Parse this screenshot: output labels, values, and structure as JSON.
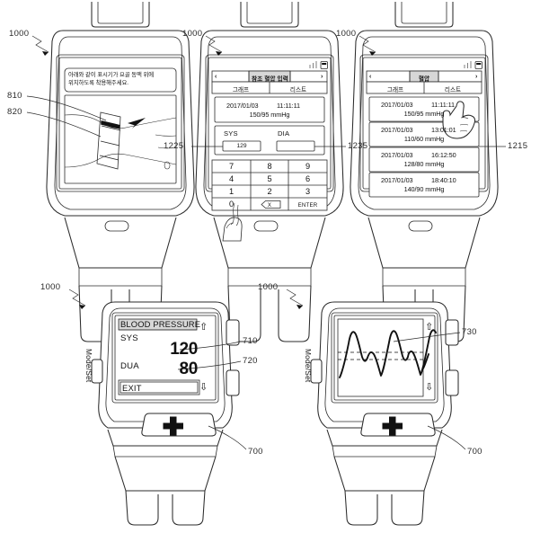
{
  "figure": {
    "title": "Smartwatch blood pressure measurement user interface",
    "background": "#ffffff",
    "line_color": "#2b2b2b"
  },
  "refs": {
    "w1_device": "1000",
    "w1_indicator": "810",
    "w1_strap": "820",
    "w2_device": "1000",
    "w2_sys_field": "1225",
    "w2_dia_field": "1235",
    "w3_device": "1000",
    "w3_list": "1215",
    "w4_device": "1000",
    "w4_sys": "710",
    "w4_dia": "720",
    "w4_button": "700",
    "w5_device": "1000",
    "w5_wave": "730",
    "w5_button": "700"
  },
  "watch1": {
    "guide_text_line1": "아래와 같이 표시기가 요골 동맥 위에",
    "guide_text_line2": "위치하도록 착용해주세요."
  },
  "watch2": {
    "header": {
      "back": "‹",
      "title": "참조 혈압 입력",
      "forward": "›"
    },
    "tabs": [
      {
        "label": "그래프",
        "selected": false
      },
      {
        "label": "리스트",
        "selected": true
      }
    ],
    "record": {
      "date": "2017/01/03",
      "time": "11:11:11",
      "value": "150/95 mmHg"
    },
    "fields": [
      {
        "label": "SYS",
        "value": "129"
      },
      {
        "label": "DIA",
        "value": ""
      }
    ],
    "keypad": {
      "rows": [
        [
          "7",
          "8",
          "9"
        ],
        [
          "4",
          "5",
          "6"
        ],
        [
          "1",
          "2",
          "3"
        ]
      ],
      "zero": "0",
      "backspace": "X",
      "enter": "ENTER"
    }
  },
  "watch3": {
    "header": {
      "back": "‹",
      "title": "혈압",
      "forward": "›"
    },
    "tabs": [
      {
        "label": "그래프",
        "selected": false
      },
      {
        "label": "리스트",
        "selected": true
      }
    ],
    "list": [
      {
        "date": "2017/01/03",
        "time": "11:11:11",
        "value": "150/95 mmHg"
      },
      {
        "date": "2017/01/03",
        "time": "13:01:01",
        "value": "110/60 mmHg"
      },
      {
        "date": "2017/01/03",
        "time": "16:12:50",
        "value": "128/80 mmHg"
      },
      {
        "date": "2017/01/03",
        "time": "18:40:10",
        "value": "140/90 mmHg"
      }
    ]
  },
  "watch4": {
    "screen_title": "BLOOD PRESSURE",
    "sys_label": "SYS",
    "sys_value": "120",
    "dia_label": "DUA",
    "dia_value": "80",
    "exit_label": "EXIT",
    "side_label": "Mode/Set",
    "scroll_up": "⇧",
    "scroll_down": "⇩",
    "plus_button": "+"
  },
  "watch5": {
    "side_label": "Mode/Set",
    "scroll_up": "⇧",
    "scroll_down": "⇩",
    "plus_button": "+",
    "waveform_cycles": 3,
    "reference_lines": 2
  }
}
